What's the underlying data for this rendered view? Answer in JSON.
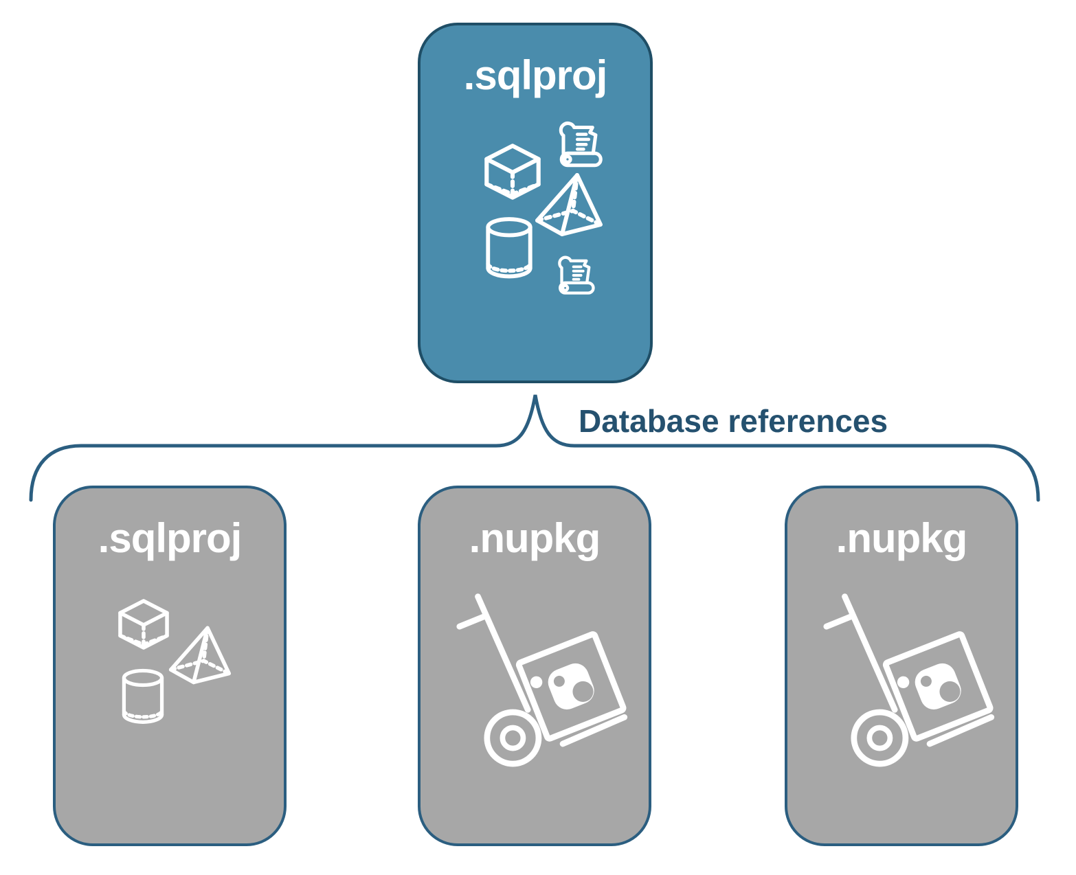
{
  "colors": {
    "accent_fill": "#4A8CAC",
    "accent_border": "#1F4E66",
    "gray_fill": "#A7A7A7",
    "gray_border": "#2B5E80",
    "connector": "#2B5E80",
    "label_text": "#25516F",
    "icon_stroke": "#FFFFFF",
    "node_text": "#FFFFFF"
  },
  "connector": {
    "label": "Database references"
  },
  "nodes": {
    "root": {
      "label": ".sqlproj",
      "icons": [
        "script-scroll-icon",
        "cube-icon",
        "pyramid-icon",
        "cylinder-icon",
        "script-scroll-icon"
      ]
    },
    "children": [
      {
        "label": ".sqlproj",
        "icons": [
          "cube-icon",
          "pyramid-icon",
          "cylinder-icon"
        ]
      },
      {
        "label": ".nupkg",
        "icons": [
          "package-dolly-icon"
        ]
      },
      {
        "label": ".nupkg",
        "icons": [
          "package-dolly-icon"
        ]
      }
    ]
  }
}
